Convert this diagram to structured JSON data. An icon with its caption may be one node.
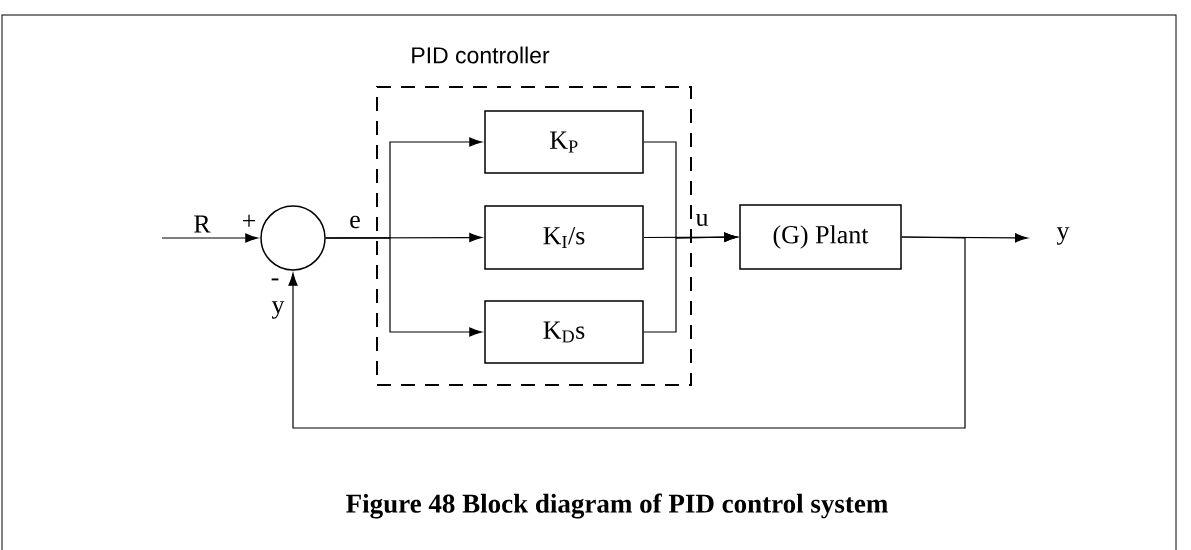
{
  "diagram": {
    "caption": "Figure 48  Block diagram of PID control system",
    "nodes": [
      {
        "text": [
          "PID controller"
        ]
      },
      {
        "text": [],
        "shape": "circle"
      },
      {
        "text": [
          "K$_{P}$"
        ],
        "in": 0
      },
      {
        "text": [
          "K$_{I}$/s"
        ],
        "in": 0
      },
      {
        "text": [
          "K$_{D}$s"
        ],
        "in": 0
      },
      {
        "text": [
          "(G) Plant"
        ]
      }
    ],
    "edges": [
      {
        "from": null,
        "to": 1,
        "arrow": "to",
        "label": "R"
      },
      {
        "from": 1,
        "to": 2,
        "arrow": "to"
      },
      {
        "from": 1,
        "to": 3,
        "arrow": "to",
        "label": "e"
      },
      {
        "from": 1,
        "to": 4,
        "arrow": "to"
      },
      {
        "from": 2,
        "to": 5,
        "arrow": "to"
      },
      {
        "from": 3,
        "to": 5,
        "arrow": "to",
        "label": "u"
      },
      {
        "from": 4,
        "to": 5,
        "arrow": "to"
      },
      {
        "from": 5,
        "to": null,
        "arrow": "to",
        "label": "y"
      },
      {
        "from": 5,
        "to": 1,
        "arrow": "to",
        "label": "y"
      }
    ],
    "labels": [
      "+",
      "-"
    ]
  }
}
